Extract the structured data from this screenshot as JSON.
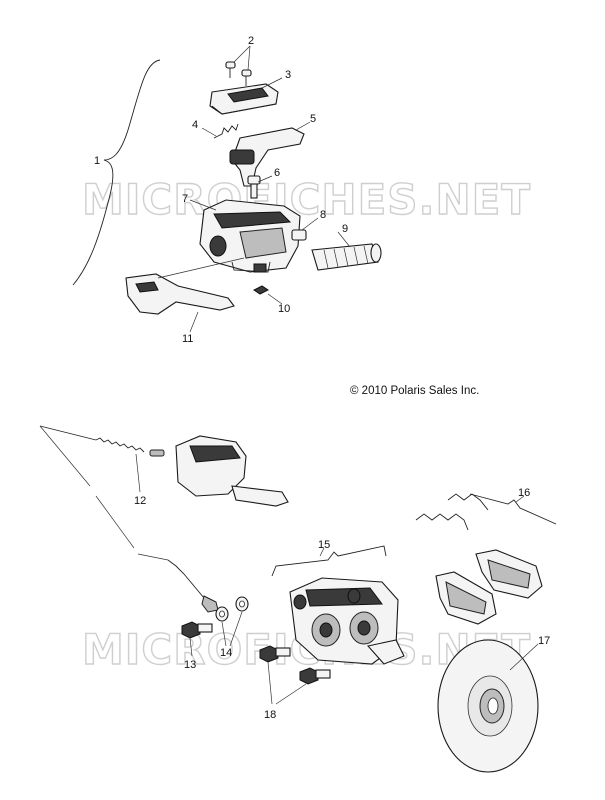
{
  "copyright": "© 2010 Polaris Sales Inc.",
  "watermark": "MICROFICHES.NET",
  "callouts": {
    "c1": "1",
    "c2": "2",
    "c3": "3",
    "c4": "4",
    "c5": "5",
    "c6": "6",
    "c7": "7",
    "c8": "8",
    "c9": "9",
    "c10": "10",
    "c11": "11",
    "c12": "12",
    "c13": "13",
    "c14": "14",
    "c15": "15",
    "c16": "16",
    "c17": "17",
    "c18": "18"
  }
}
